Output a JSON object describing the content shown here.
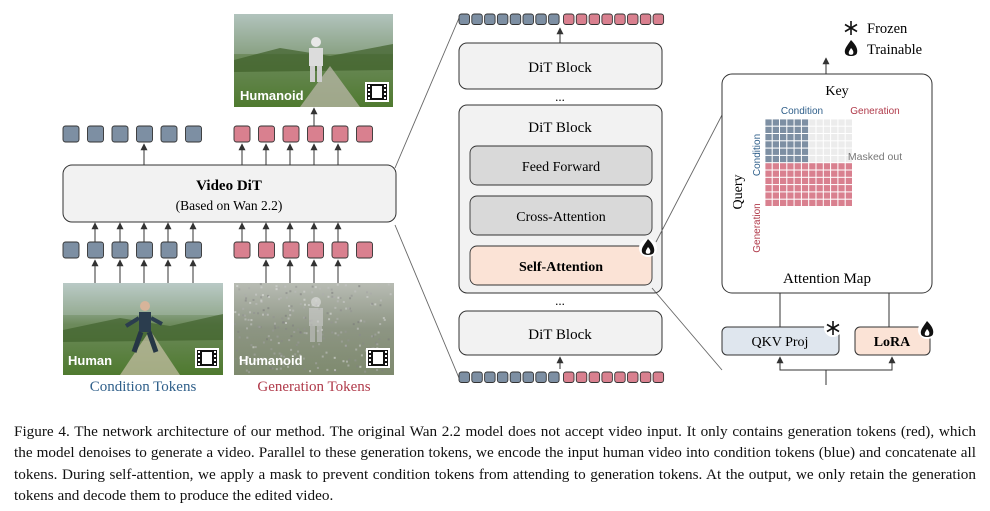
{
  "left": {
    "video_dit_title": "Video DiT",
    "video_dit_subtitle": "(Based on Wan 2.2)",
    "output_image_label": "Humanoid",
    "input_human_label": "Human",
    "input_humanoid_label": "Humanoid",
    "condition_tokens_label": "Condition Tokens",
    "generation_tokens_label": "Generation Tokens"
  },
  "middle": {
    "dit_block_label": "DiT Block",
    "ellipsis": "...",
    "feed_forward_label": "Feed Forward",
    "cross_attention_label": "Cross-Attention",
    "self_attention_label": "Self-Attention"
  },
  "right": {
    "legend_frozen": "Frozen",
    "legend_trainable": "Trainable",
    "key_label": "Key",
    "query_label": "Query",
    "key_condition": "Condition",
    "key_generation": "Generation",
    "query_condition": "Condition",
    "query_generation": "Generation",
    "masked_out": "Masked out",
    "attention_map_label": "Attention Map",
    "qkv_proj_label": "QKV Proj",
    "lora_label": "LoRA"
  },
  "colors": {
    "condition": "#7d8fa3",
    "generation": "#d9808f",
    "block_gray": "#d9d9d9",
    "self_attention_fill": "#fbe3d6",
    "caption_condition": "#2f5f8a",
    "caption_generation": "#b03a4a"
  },
  "caption": "Figure 4. The network architecture of our method. The original Wan 2.2 model does not accept video input. It only contains generation tokens (red), which the model denoises to generate a video. Parallel to these generation tokens, we encode the input human video into condition tokens (blue) and concatenate all tokens. During self-attention, we apply a mask to prevent condition tokens from attending to generation tokens. At the output, we only retain the generation tokens and decode them to produce the edited video."
}
